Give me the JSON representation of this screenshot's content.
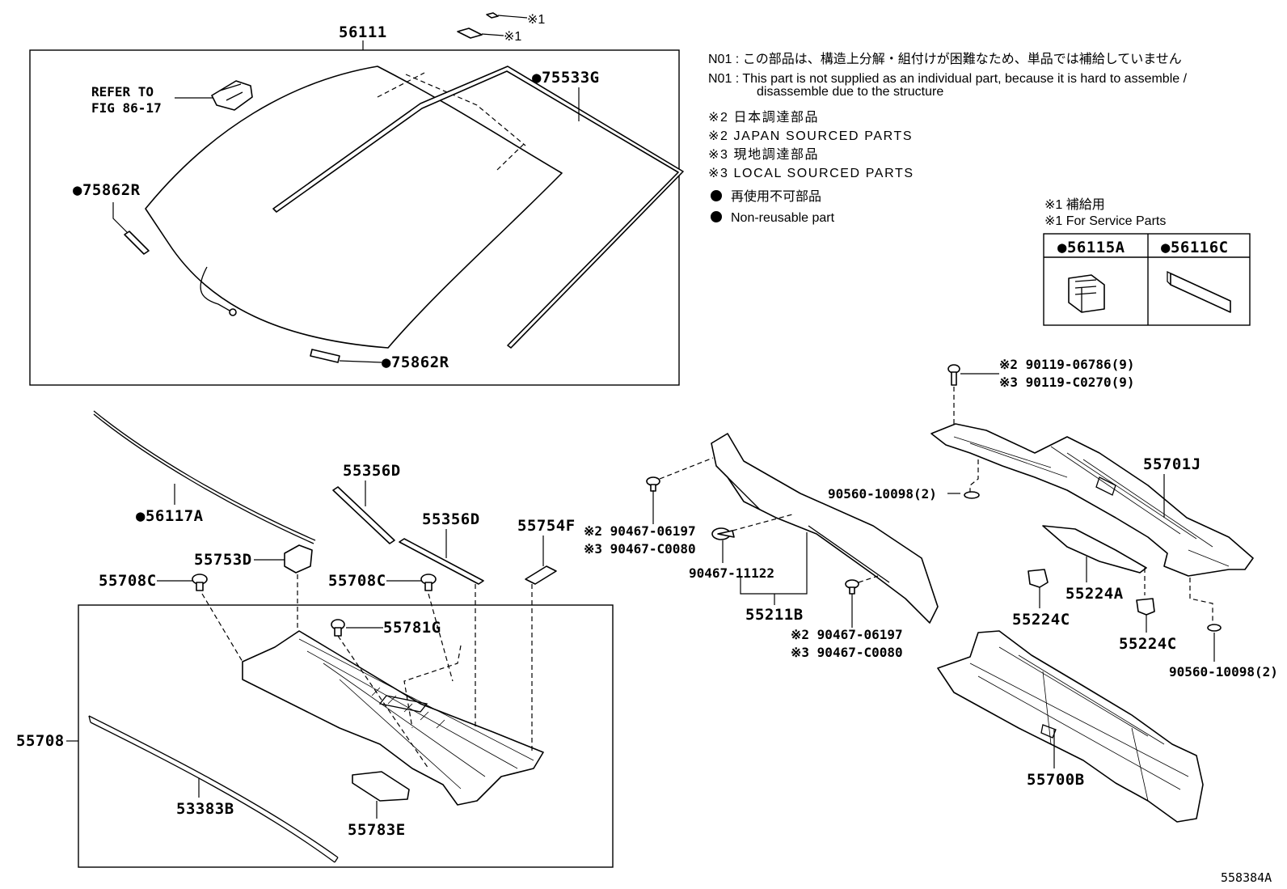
{
  "diagram_id": "558384A",
  "notes": {
    "n01_jp": "N01 : この部品は、構造上分解・組付けが困難なため、単品では補給していません",
    "n01_en_1": "N01 :  This part is not supplied as an individual part, because it is hard to assemble /",
    "n01_en_2": "disassemble due to the structure",
    "note2_jp": "※2 日本調達部品",
    "note2_en": "※2 JAPAN SOURCED PARTS",
    "note3_jp": "※3 現地調達部品",
    "note3_en": "※3 LOCAL SOURCED PARTS",
    "nonreuse_jp": "再使用不可部品",
    "nonreuse_en": "Non-reusable part",
    "service_jp": "※1 補給用",
    "service_en": "※1 For Service Parts"
  },
  "service_table": {
    "col1": "●56115A",
    "col2": "●56116C"
  },
  "markers": {
    "star1_a": "※1",
    "star1_b": "※1"
  },
  "refer": {
    "line1": "REFER TO",
    "line2": "FIG 86-17"
  },
  "labels": {
    "p56111": "56111",
    "p75533G": "●75533G",
    "p75862R_a": "●75862R",
    "p75862R_b": "●75862R",
    "p56117A": "●56117A",
    "p55356D_a": "55356D",
    "p55356D_b": "55356D",
    "p55754F": "55754F",
    "p55753D": "55753D",
    "p55708C_a": "55708C",
    "p55708C_b": "55708C",
    "p55781G": "55781G",
    "p55708": "55708",
    "p53383B": "53383B",
    "p55783E": "55783E",
    "p90467_a_jp": "※2 90467-06197",
    "p90467_a_lc": "※3 90467-C0080",
    "p90467_11122": "90467-11122",
    "p55211B": "55211B",
    "p90467_b_jp": "※2 90467-06197",
    "p90467_b_lc": "※3 90467-C0080",
    "p90119_jp": "※2 90119-06786(9)",
    "p90119_lc": "※3 90119-C0270(9)",
    "p90560_a": "90560-10098(2)",
    "p90560_b": "90560-10098(2)",
    "p55701J": "55701J",
    "p55224A": "55224A",
    "p55224C_a": "55224C",
    "p55224C_b": "55224C",
    "p55700B": "55700B"
  }
}
